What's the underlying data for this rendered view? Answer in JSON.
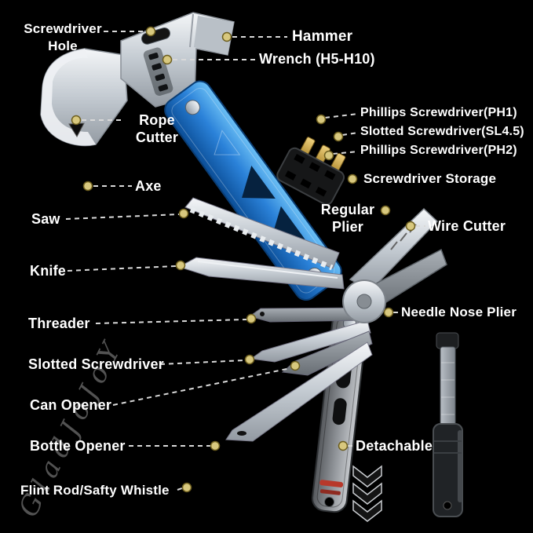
{
  "image_type": "product-annotation-diagram",
  "colors": {
    "background": "#000000",
    "label_text": "#ffffff",
    "marker_dot": "#d8c87e",
    "leader_line": "#d9d9d9",
    "handle_blue": "#2b82d9",
    "bit_gold": "#c9a14a",
    "steel": "#c3cad1",
    "detachable_accent_red": "#b8382a"
  },
  "watermark": {
    "text": "GladJoJoY"
  },
  "labels": {
    "screwdriver_hole": "Screwdriver\nHole",
    "hammer": "Hammer",
    "wrench": "Wrench (H5-H10)",
    "rope_cutter": "Rope\nCutter",
    "phillips_ph1": "Phillips Screwdriver(PH1)",
    "slotted_sl45": "Slotted Screwdriver(SL4.5)",
    "phillips_ph2": "Phillips Screwdriver(PH2)",
    "screwdriver_storage": "Screwdriver Storage",
    "axe": "Axe",
    "saw": "Saw",
    "regular_plier": "Regular\nPlier",
    "wire_cutter": "Wire Cutter",
    "knife": "Knife",
    "needle_nose_plier": "Needle Nose Plier",
    "threader": "Threader",
    "slotted_screwdriver": "Slotted Screwdriver",
    "can_opener": "Can Opener",
    "bottle_opener": "Bottle Opener",
    "detachable": "Detachable",
    "flint_rod": "Flint Rod/Safty Whistle"
  }
}
